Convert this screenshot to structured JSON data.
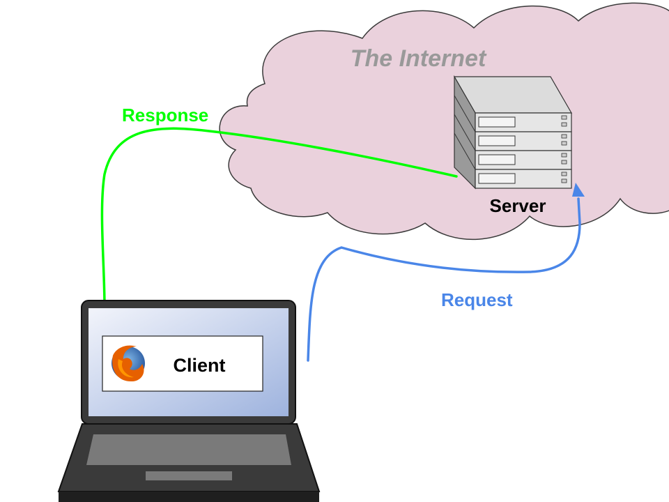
{
  "cloud": {
    "label": "The Internet"
  },
  "server": {
    "label": "Server"
  },
  "client": {
    "label": "Client",
    "browser_icon": "firefox-icon"
  },
  "arrows": {
    "response": {
      "label": "Response"
    },
    "request": {
      "label": "Request"
    }
  },
  "colors": {
    "cloud_fill": "#ead1dc",
    "cloud_text": "#999999",
    "response": "#00ff00",
    "request": "#4a86e8",
    "laptop_body": "#333333"
  }
}
